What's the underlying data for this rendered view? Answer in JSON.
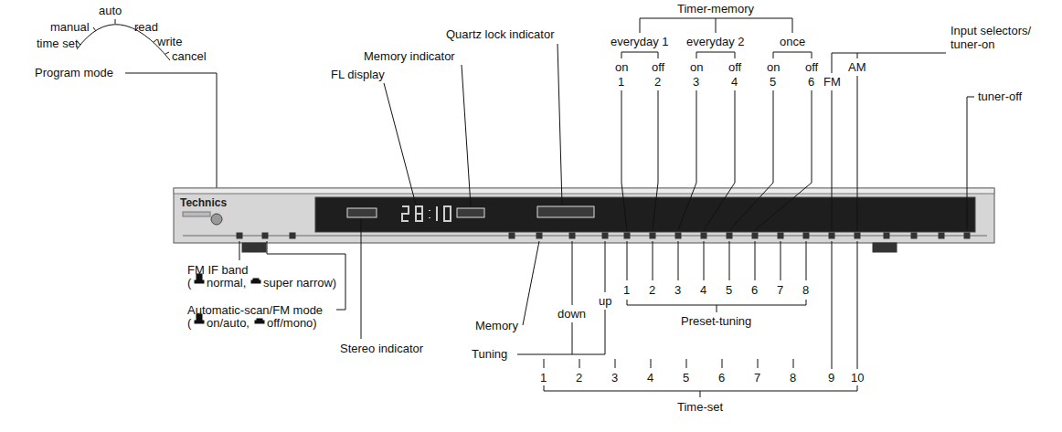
{
  "diagram": {
    "labels": [
      "time set",
      "manual",
      "auto",
      "read",
      "write",
      "cancel",
      "Program mode",
      "Technics",
      "FL display",
      "Memory indicator",
      "Quartz lock indicator",
      "Timer-memory",
      "everyday 1",
      "everyday 2",
      "once",
      "on",
      "off",
      "on",
      "off",
      "on",
      "off",
      "1",
      "2",
      "3",
      "4",
      "5",
      "6",
      "Input selectors/ tuner-on",
      "FM",
      "AM",
      "tuner-off",
      "FM IF band",
      "(",
      "normal,",
      "super narrow)",
      "Automatic-scan/FM mode",
      "(",
      "on/auto,",
      "off/mono)",
      "Stereo indicator",
      "Memory",
      "down",
      "up",
      "Tuning",
      "1",
      "2",
      "3",
      "4",
      "5",
      "6",
      "7",
      "8",
      "Preset-tuning",
      "1",
      "2",
      "3",
      "4",
      "5",
      "6",
      "7",
      "8",
      "9",
      "10",
      "Time-set"
    ]
  }
}
